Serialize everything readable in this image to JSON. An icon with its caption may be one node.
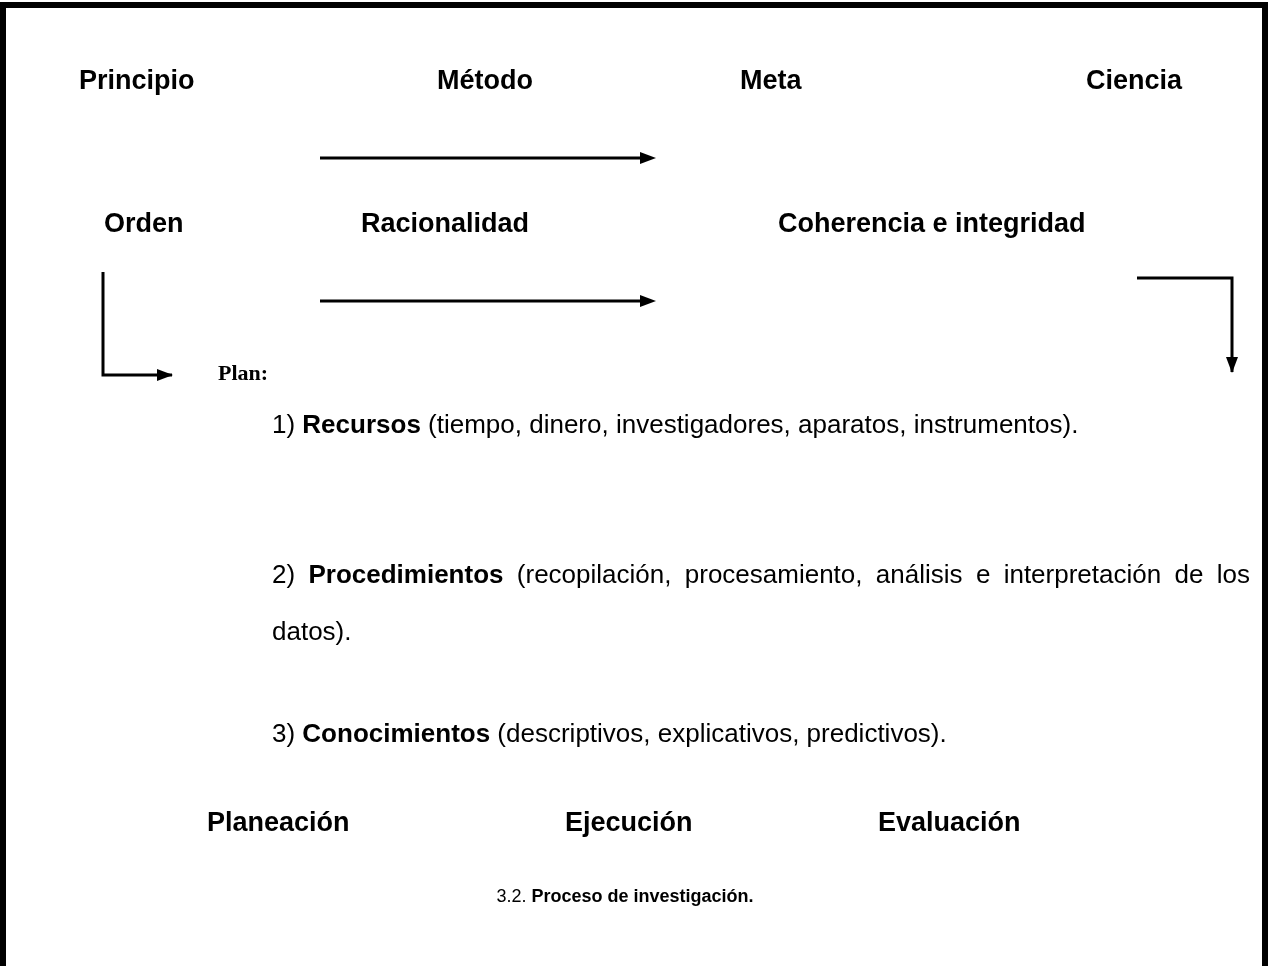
{
  "diagram": {
    "caption": "3.2. **Proceso de investigación.**",
    "nodes": [
      {
        "text": [
          "Orden"
        ]
      },
      {
        "text": [
          "Coherencia e integridad"
        ]
      },
      {
        "text": [
          "Plan:"
        ]
      }
    ],
    "edges": [
      {
        "from": 0,
        "to": 2,
        "arrow": "to"
      },
      {
        "from": 1,
        "to": null,
        "arrow": "to"
      }
    ],
    "labels": [
      "Principio",
      "Método",
      "Meta",
      "Ciencia",
      "Racionalidad",
      "1) **Recursos** (tiempo, dinero, investigadores, aparatos, instrumentos).",
      "2) **Procedimientos** (recopilación, procesamiento, análisis e interpretación de los datos).",
      "3) **Conocimientos** (descriptivos, explicativos, predictivos).",
      "Planeación",
      "Ejecución",
      "Evaluación"
    ]
  }
}
